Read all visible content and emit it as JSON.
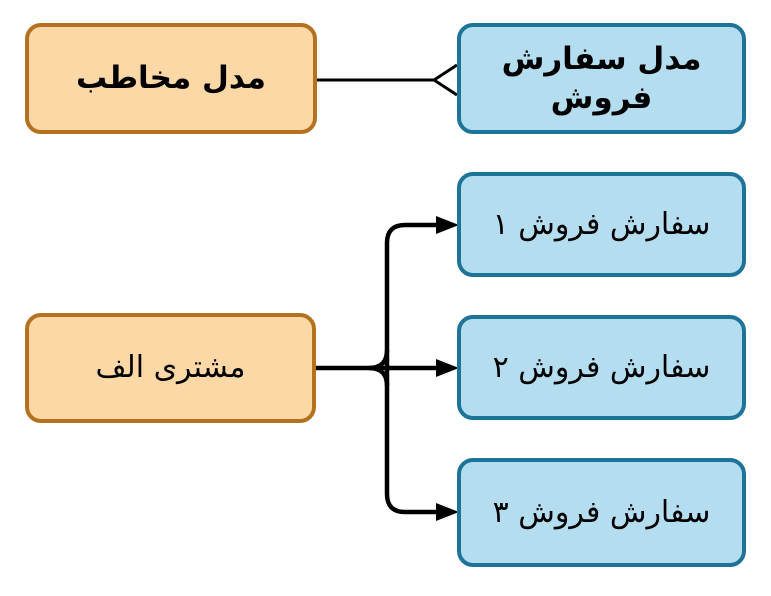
{
  "diagram": {
    "nodes": {
      "contact_model": {
        "label": "مدل مخاطب",
        "kind": "model",
        "color": "orange"
      },
      "sale_order_model": {
        "label": "مدل سفارش فروش",
        "kind": "model",
        "color": "blue"
      },
      "customer_a": {
        "label": "مشتری الف",
        "kind": "record",
        "color": "orange"
      },
      "sale_order_1": {
        "label": "سفارش فروش ۱",
        "kind": "record",
        "color": "blue"
      },
      "sale_order_2": {
        "label": "سفارش فروش ۲",
        "kind": "record",
        "color": "blue"
      },
      "sale_order_3": {
        "label": "سفارش فروش ۳",
        "kind": "record",
        "color": "blue"
      }
    },
    "edges": [
      {
        "from": "contact_model",
        "to": "sale_order_model",
        "arrowhead": "open-v-at-target"
      },
      {
        "from": "customer_a",
        "to": "sale_order_1",
        "arrowhead": "filled-triangle"
      },
      {
        "from": "customer_a",
        "to": "sale_order_2",
        "arrowhead": "filled-triangle"
      },
      {
        "from": "customer_a",
        "to": "sale_order_3",
        "arrowhead": "filled-triangle"
      }
    ],
    "colors": {
      "background": "#FFFFFF",
      "orange_fill": "#FBD8A6",
      "orange_border": "#B4711F",
      "blue_fill": "#B4DDEF",
      "blue_border": "#1E7398",
      "connector": "#000000",
      "text": "#000000"
    }
  }
}
